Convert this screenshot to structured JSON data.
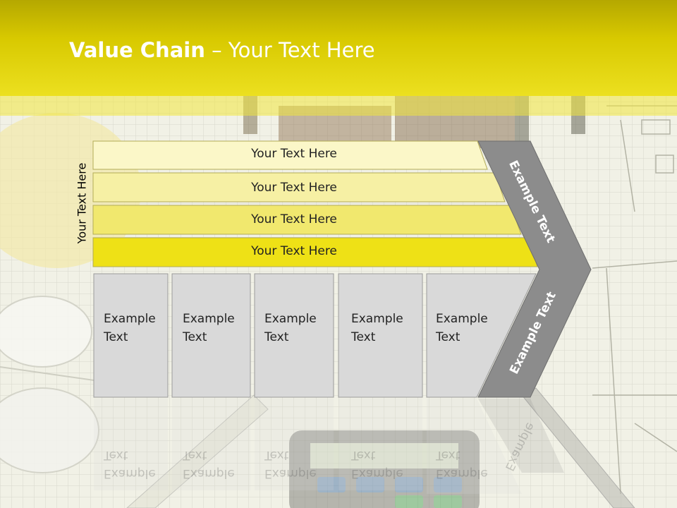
{
  "slide": {
    "title_bold": "Value Chain",
    "title_rest": " – Your Text Here",
    "side_label": "Your Text Here",
    "rows": [
      "Your Text Here",
      "Your Text Here",
      "Your Text Here",
      "Your Text Here"
    ],
    "boxes": [
      "Example\nText",
      "Example\nText",
      "Example\nText",
      "Example\nText",
      "Example\nText"
    ],
    "arrow_top_label": "Example Text",
    "arrow_bottom_label": "Example Text",
    "reflections": [
      "Example\nText",
      "Example\nText",
      "Example\nText",
      "Example\nText",
      "Example\nText",
      "Example"
    ]
  },
  "colors": {
    "header": "#ddd000",
    "row_1": "#fbf7c8",
    "row_2": "#f6f0a4",
    "row_3": "#f1e86e",
    "row_4": "#eee116",
    "box_fill": "#d9d9d9",
    "arrow_fill": "#8c8c8c"
  }
}
